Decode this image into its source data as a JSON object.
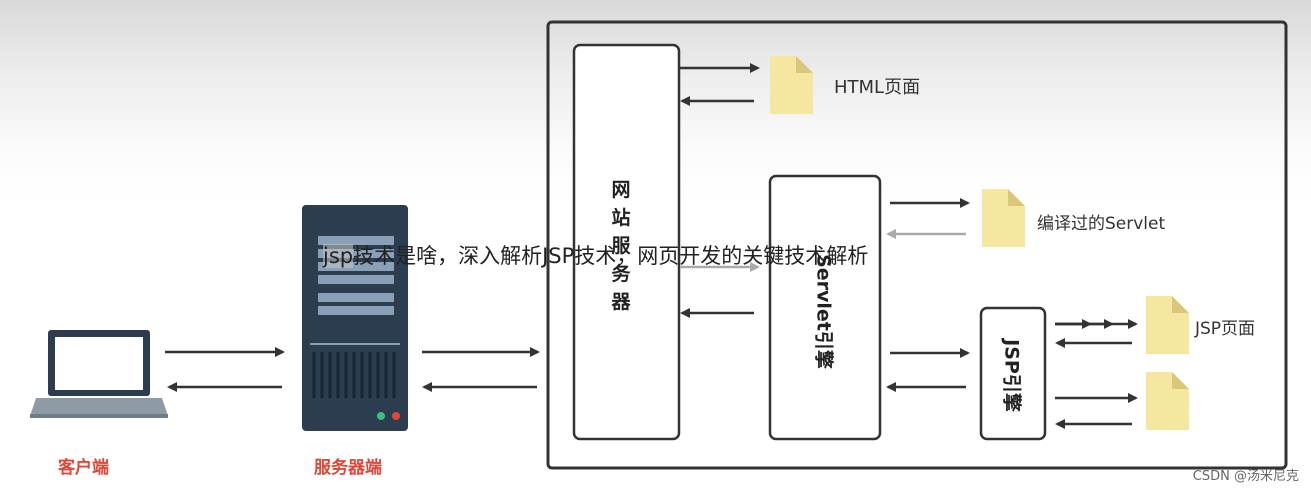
{
  "overlay": {
    "title_highlight": "jsp",
    "title_rest": "技术是啥，深入解析JSP技术，网页开发的关键技术解析"
  },
  "labels": {
    "client": "客户端",
    "server": "服务器端",
    "web_server": "网站服务器",
    "servlet_engine": "Servlet引擎",
    "jsp_engine": "JSP引擎",
    "html_page": "HTML页面",
    "compiled_servlet": "编译过的Servlet",
    "jsp_page": "JSP页面"
  },
  "watermark": "CSDN @汤米尼克",
  "colors": {
    "accent_red": "#e0463a",
    "server_blue": "#2b3d4f",
    "document_yellow": "#f5e7a0",
    "line": "#333333"
  },
  "icons": [
    "laptop-icon",
    "server-tower-icon",
    "document-icon"
  ]
}
